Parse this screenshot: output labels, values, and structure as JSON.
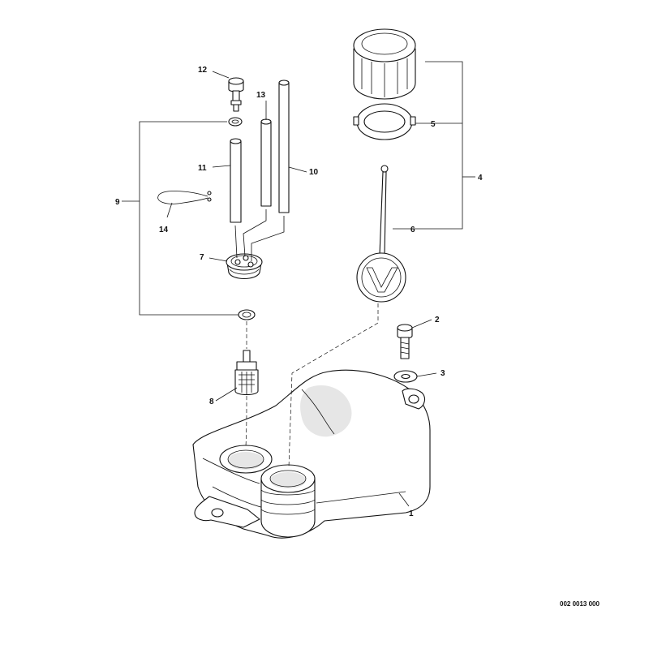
{
  "callouts": {
    "c1": "1",
    "c2": "2",
    "c3": "3",
    "c4": "4",
    "c5": "5",
    "c6": "6",
    "c7": "7",
    "c8": "8",
    "c9": "9",
    "c10": "10",
    "c11": "11",
    "c12": "12",
    "c13": "13",
    "c14": "14"
  },
  "reference_code": "002 0013 000",
  "colors": {
    "line": "#111111",
    "background": "#ffffff",
    "shade": "#e6e6e6"
  }
}
